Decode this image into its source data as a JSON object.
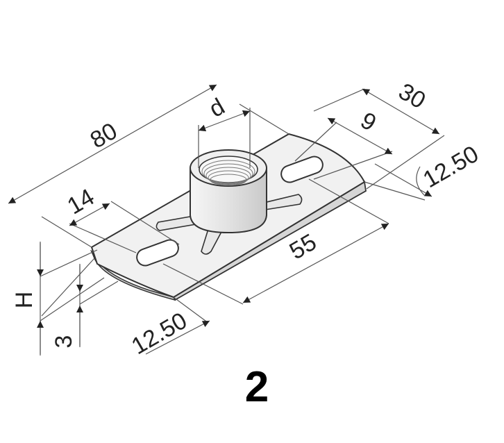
{
  "dimensions": {
    "length_80": "80",
    "width_30": "30",
    "thread_d": "d",
    "slot_9": "9",
    "edge_12_50_right": "12.50",
    "slot_14": "14",
    "spacing_55": "55",
    "height_H": "H",
    "thickness_3": "3",
    "edge_12_50_bottom": "12.50"
  },
  "figure_number": "2",
  "colors": {
    "plate": "#f1f1f1",
    "plate_edge": "#d6d6d6",
    "outline": "#333333",
    "dim_line": "#555555",
    "nut": "#e4e4e4"
  }
}
